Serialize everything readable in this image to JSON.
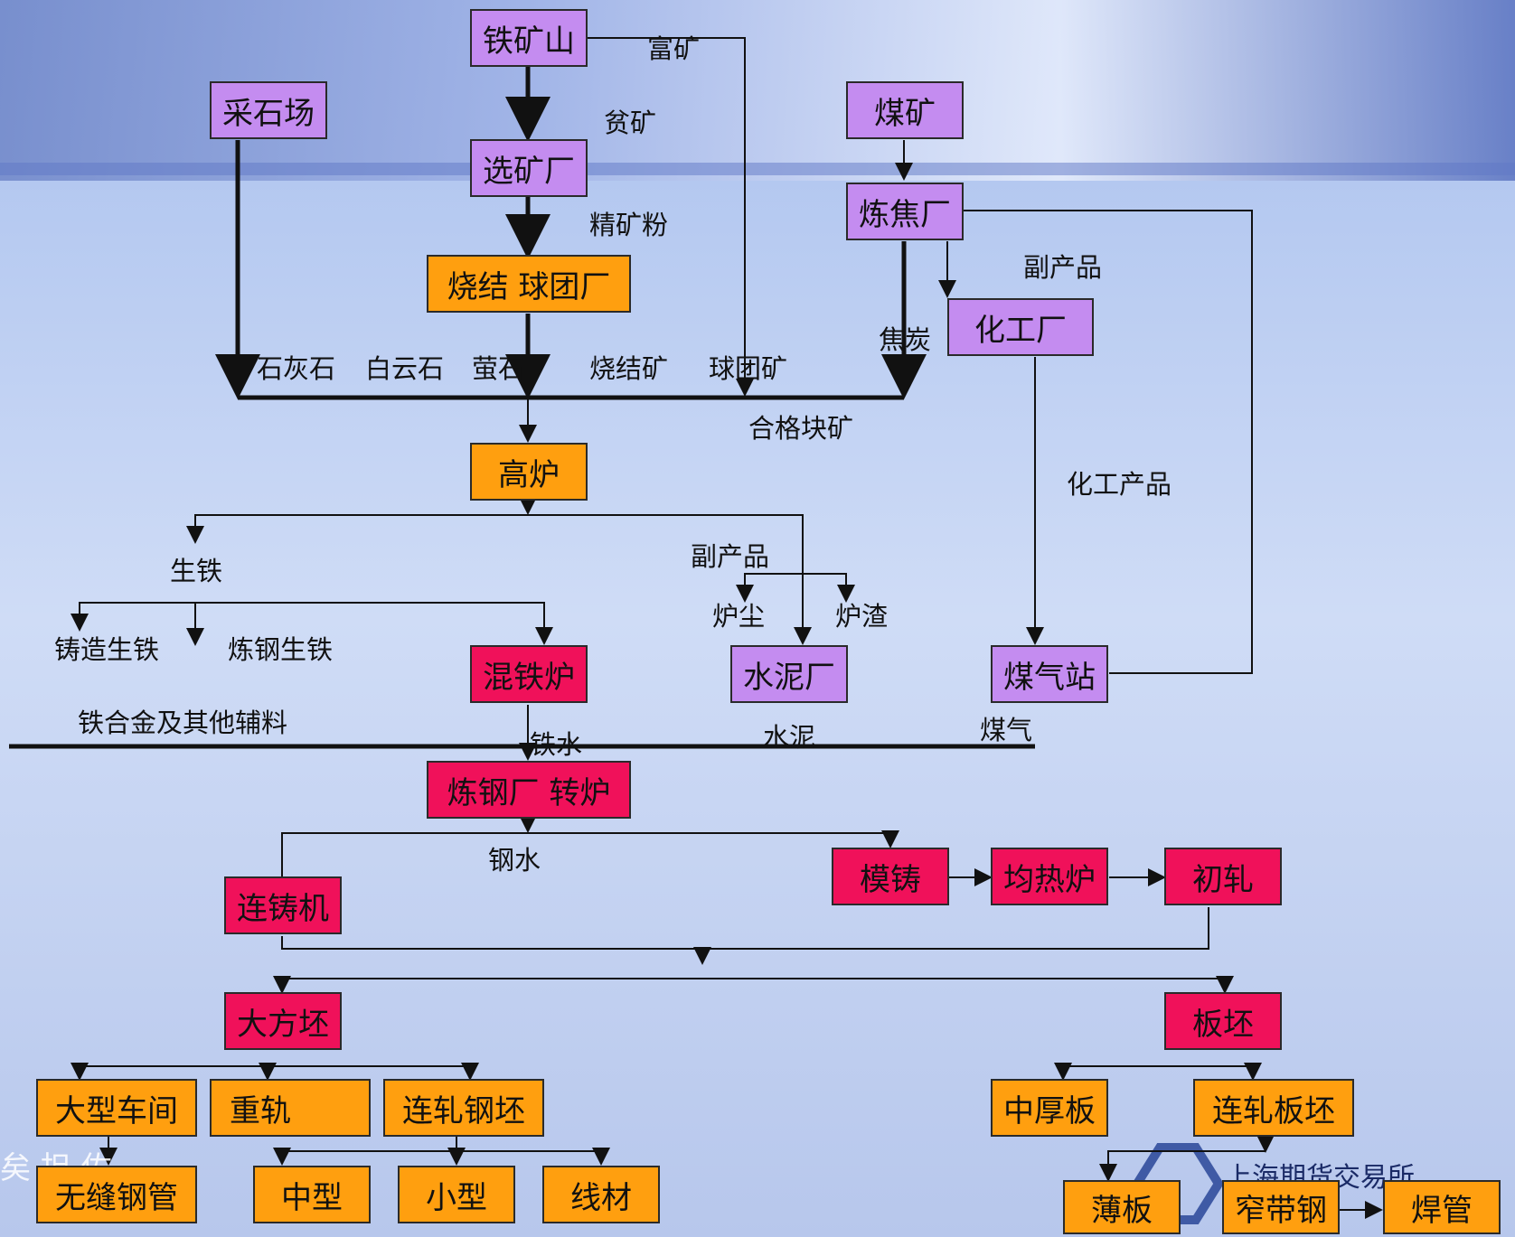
{
  "colors": {
    "mine_node": "#c48cf0",
    "process_node": "#ff9f0f",
    "steel_node": "#f0115a",
    "line": "#111111"
  },
  "nodes": {
    "iron_mine": "铁矿山",
    "quarry": "采石场",
    "coal_mine": "煤矿",
    "concentrator": "选矿厂",
    "coking_plant": "炼焦厂",
    "sinter_pellet": "烧结 球团厂",
    "chemical_plant": "化工厂",
    "blast_furnace": "高炉",
    "mixer": "混铁炉",
    "cement_plant": "水泥厂",
    "gas_station": "煤气站",
    "steel_plant": "炼钢厂  转炉",
    "ingot_casting": "模铸",
    "soaking_pit": "均热炉",
    "blooming": "初轧",
    "continuous_caster": "连铸机",
    "bloom": "大方坯",
    "slab": "板坯",
    "large_mill": "大型车间",
    "heavy_rail": "重轨",
    "billet": "连轧钢坯",
    "medium_plate": "中厚板",
    "cont_slab": "连轧板坯",
    "seamless_pipe": "无缝钢管",
    "medium_section": "中型",
    "small_section": "小型",
    "wire_rod": "线材",
    "thin_sheet": "薄板",
    "narrow_strip": "窄带钢",
    "welded_pipe": "焊管"
  },
  "labels": {
    "rich_ore": "富矿",
    "lean_ore": "贫矿",
    "concentrate": "精矿粉",
    "byproduct_coke": "副产品",
    "coke": "焦炭",
    "limestone": "石灰石",
    "dolomite": "白云石",
    "fluorite": "萤石",
    "sinter_ore": "烧结矿",
    "pellet_ore": "球团矿",
    "lump_ore": "合格块矿",
    "chem_products": "化工产品",
    "pig_iron": "生铁",
    "byproduct_bf": "副产品",
    "dust": "炉尘",
    "slag": "炉渣",
    "foundry_iron": "铸造生铁",
    "steelmaking_iron": "炼钢生铁",
    "ferroalloy": "铁合金及其他辅料",
    "hot_metal": "铁水",
    "cement": "水泥",
    "gas": "煤气",
    "molten_steel": "钢水"
  },
  "background_text": {
    "left_fragment": "矣  担  佐",
    "logo_text": "上海期货交易所"
  }
}
